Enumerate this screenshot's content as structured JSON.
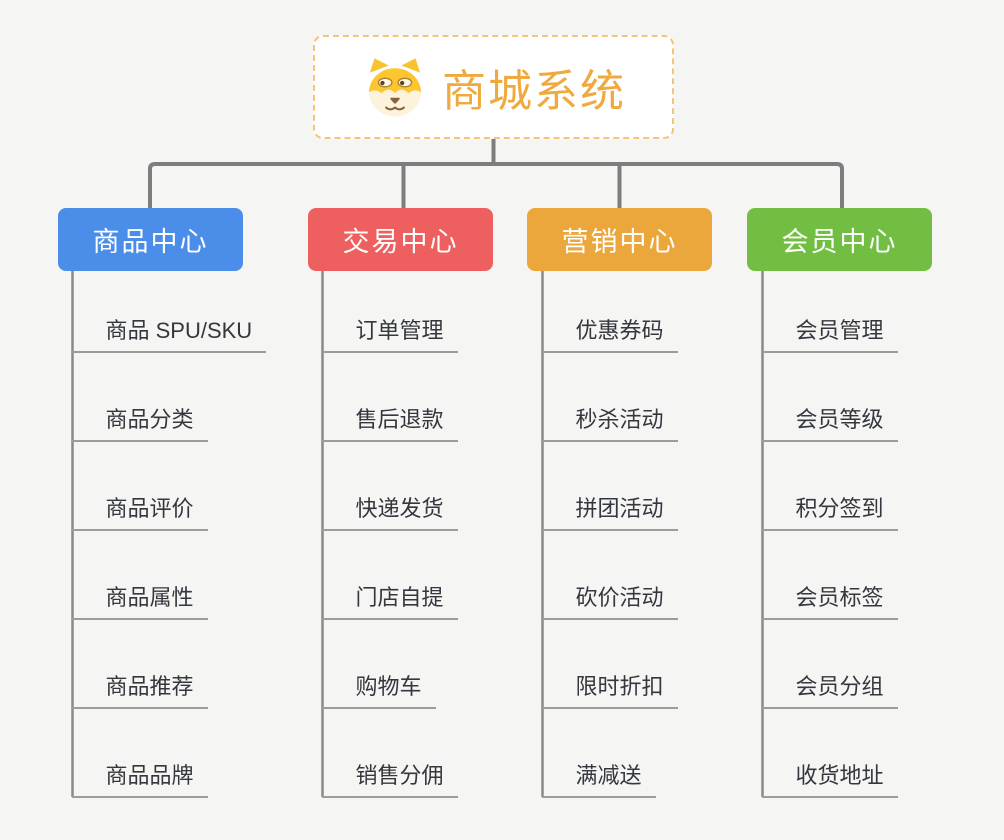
{
  "page": {
    "background_color": "#f5f5f4",
    "connector_color": "#7d7d7d",
    "trunk_color": "#8a8a8a",
    "underline_color": "#9c9c9c"
  },
  "root": {
    "label": "商城系统",
    "icon": "shiba-dog-icon",
    "text_color": "#f0a93e",
    "border_color": "#f3c47a",
    "background_color": "#ffffff"
  },
  "branches": [
    {
      "label": "商品中心",
      "color": "#4a8eea",
      "children": [
        "商品 SPU/SKU",
        "商品分类",
        "商品评价",
        "商品属性",
        "商品推荐",
        "商品品牌"
      ]
    },
    {
      "label": "交易中心",
      "color": "#ee6060",
      "children": [
        "订单管理",
        "售后退款",
        "快递发货",
        "门店自提",
        "购物车",
        "销售分佣"
      ]
    },
    {
      "label": "营销中心",
      "color": "#eba73c",
      "children": [
        "优惠券码",
        "秒杀活动",
        "拼团活动",
        "砍价活动",
        "限时折扣",
        "满减送"
      ]
    },
    {
      "label": "会员中心",
      "color": "#72be43",
      "children": [
        "会员管理",
        "会员等级",
        "积分签到",
        "会员标签",
        "会员分组",
        "收货地址"
      ]
    }
  ]
}
